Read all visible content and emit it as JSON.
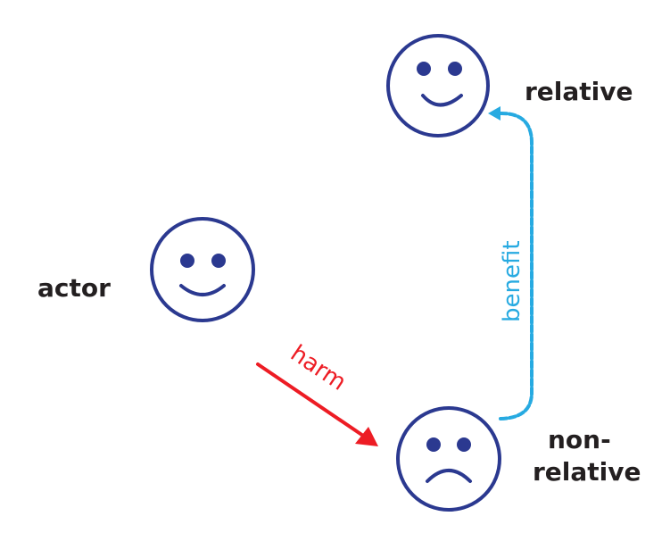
{
  "colors": {
    "face": "#2b3990",
    "harm": "#ed1c24",
    "benefit": "#27aae1",
    "text": "#231f20",
    "background": "#ffffff"
  },
  "nodes": {
    "actor": {
      "label": "actor",
      "expression": "smile"
    },
    "relative": {
      "label": "relative",
      "expression": "smile"
    },
    "non_relative": {
      "label_line1": "non-",
      "label_line2": "relative",
      "expression": "frown"
    }
  },
  "edges": {
    "harm": {
      "label": "harm",
      "from": "actor",
      "to": "non-relative",
      "style": "solid"
    },
    "benefit": {
      "label": "benefit",
      "from": "non-relative",
      "to": "relative",
      "style": "dashed"
    }
  }
}
